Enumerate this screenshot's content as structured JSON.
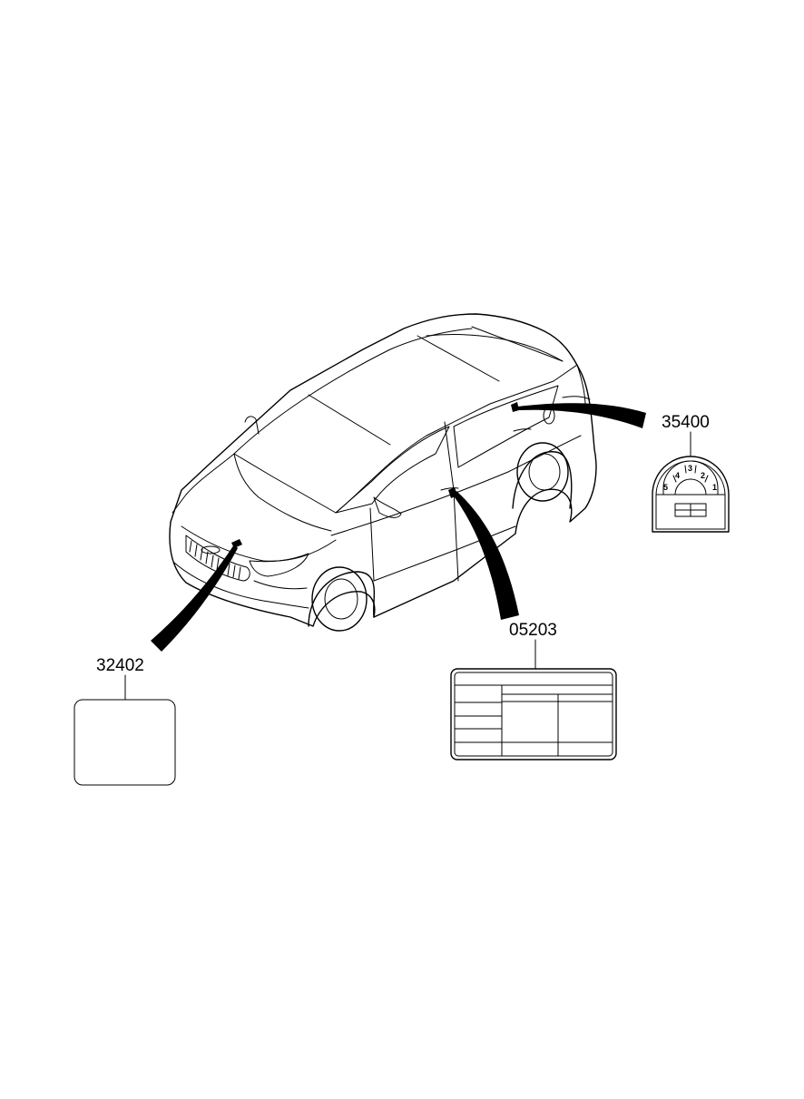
{
  "callouts": {
    "hood_label": {
      "part_number": "32402"
    },
    "door_label": {
      "part_number": "05203"
    },
    "fuel_label": {
      "part_number": "35400"
    }
  },
  "shift_pattern": [
    "5",
    "4",
    "3",
    "2",
    "1"
  ]
}
